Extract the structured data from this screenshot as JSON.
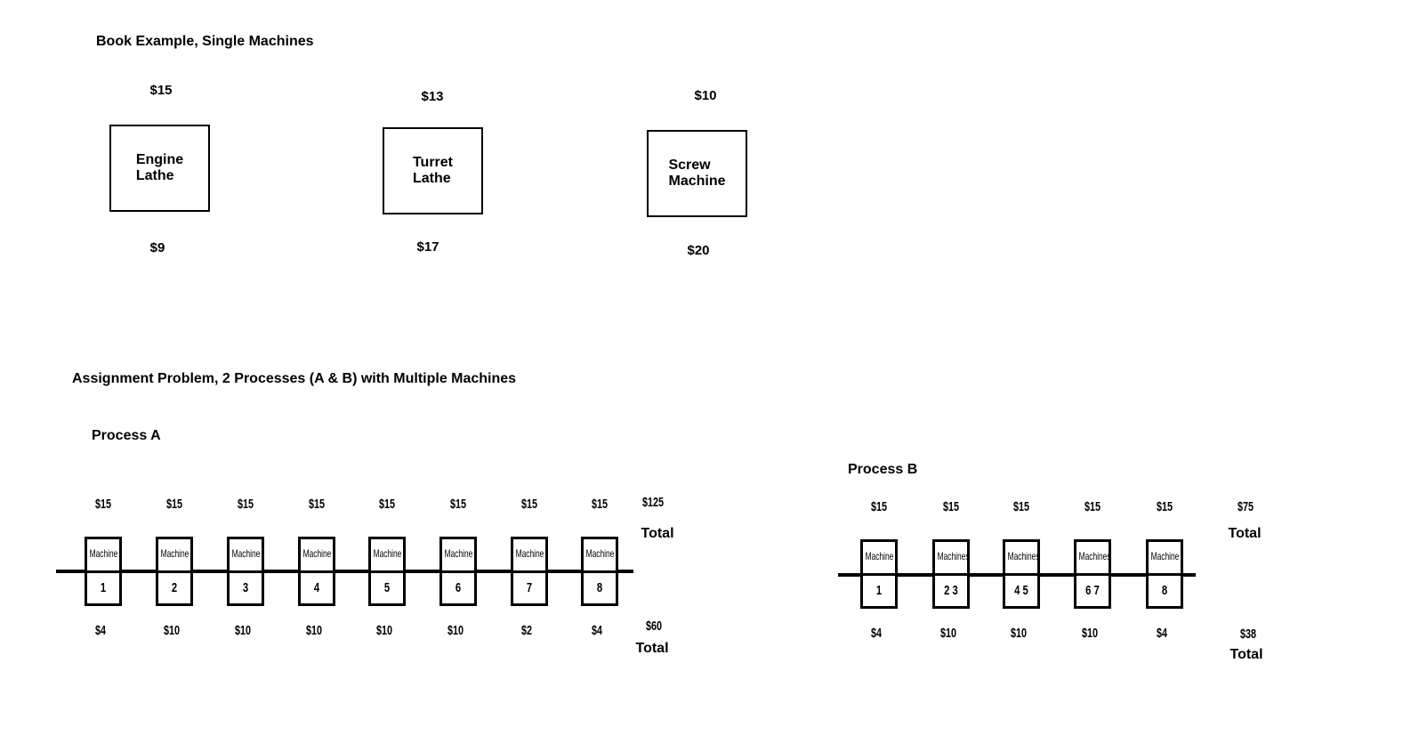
{
  "section1": {
    "title": "Book Example, Single Machines",
    "machines": [
      {
        "name": "Engine\nLathe",
        "top_price": "$15",
        "bottom_price": "$9"
      },
      {
        "name": "Turret\nLathe",
        "top_price": "$13",
        "bottom_price": "$17"
      },
      {
        "name": "Screw\nMachine",
        "top_price": "$10",
        "bottom_price": "$20"
      }
    ]
  },
  "section2": {
    "title": "Assignment Problem, 2 Processes (A & B) with Multiple Machines"
  },
  "processA": {
    "title": "Process A",
    "stations": [
      {
        "label": "Machine",
        "number": "1",
        "top": "$15",
        "bottom": "$4"
      },
      {
        "label": "Machine",
        "number": "2",
        "top": "$15",
        "bottom": "$10"
      },
      {
        "label": "Machine",
        "number": "3",
        "top": "$15",
        "bottom": "$10"
      },
      {
        "label": "Machine",
        "number": "4",
        "top": "$15",
        "bottom": "$10"
      },
      {
        "label": "Machine",
        "number": "5",
        "top": "$15",
        "bottom": "$10"
      },
      {
        "label": "Machine",
        "number": "6",
        "top": "$15",
        "bottom": "$10"
      },
      {
        "label": "Machine",
        "number": "7",
        "top": "$15",
        "bottom": "$2"
      },
      {
        "label": "Machine",
        "number": "8",
        "top": "$15",
        "bottom": "$4"
      }
    ],
    "top_total": "$125",
    "top_total_label": "Total",
    "bottom_total": "$60",
    "bottom_total_label": "Total"
  },
  "processB": {
    "title": "Process B",
    "stations": [
      {
        "label": "Machine",
        "number": "1",
        "top": "$15",
        "bottom": "$4"
      },
      {
        "label": "Machines",
        "number": "2 3",
        "top": "$15",
        "bottom": "$10"
      },
      {
        "label": "Machines",
        "number": "4 5",
        "top": "$15",
        "bottom": "$10"
      },
      {
        "label": "Machines",
        "number": "6 7",
        "top": "$15",
        "bottom": "$10"
      },
      {
        "label": "Machine",
        "number": "8",
        "top": "$15",
        "bottom": "$4"
      }
    ],
    "top_total": "$75",
    "top_total_label": "Total",
    "bottom_total": "$38",
    "bottom_total_label": "Total"
  }
}
